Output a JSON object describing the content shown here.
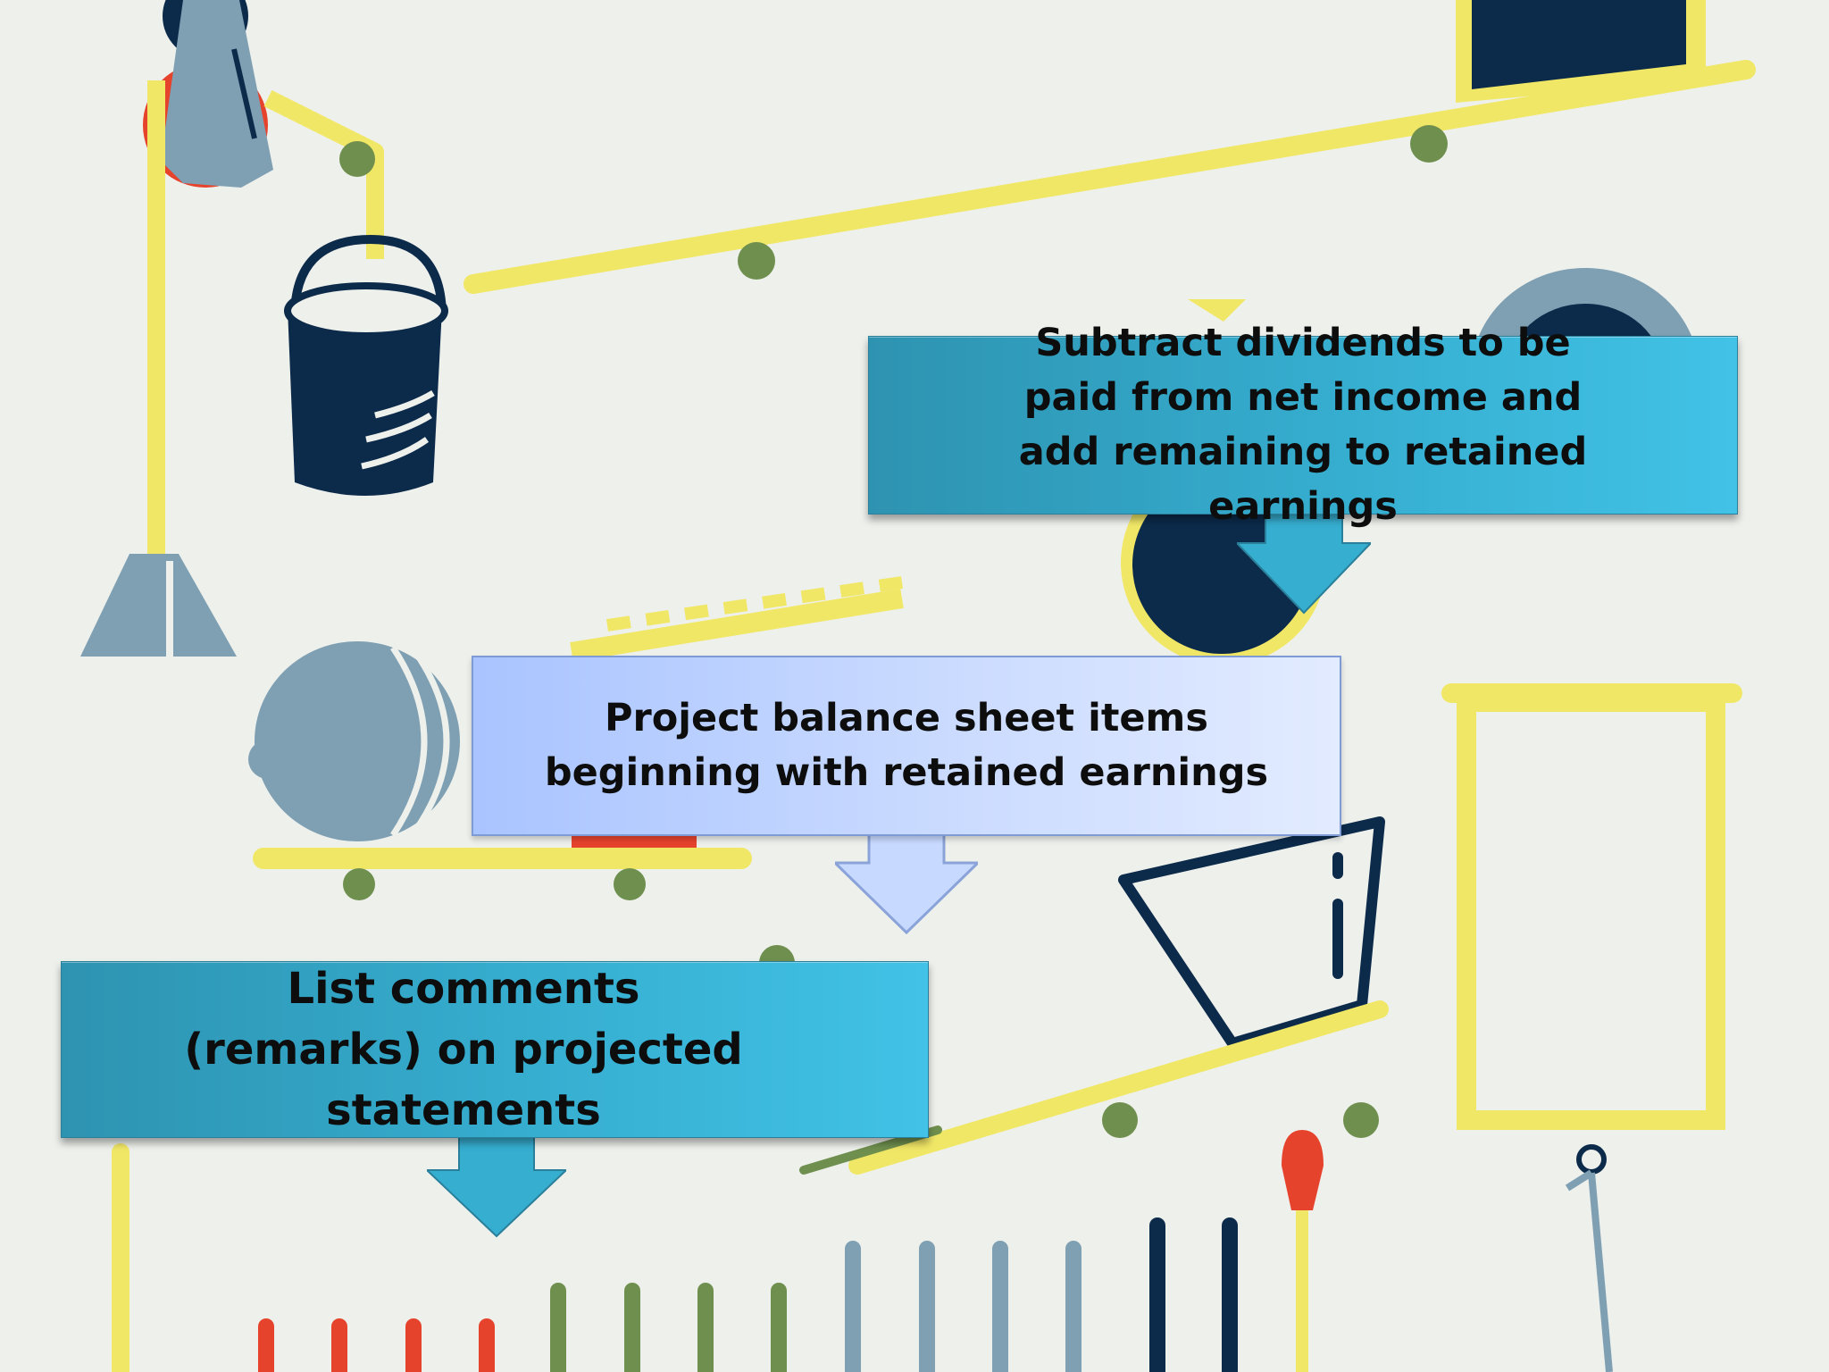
{
  "steps": [
    {
      "id": "dividends",
      "text": "Subtract dividends to be paid from net income and add remaining to retained earnings"
    },
    {
      "id": "project",
      "text": "Project balance sheet items beginning with retained earnings"
    },
    {
      "id": "comments",
      "text": "List comments (remarks) on projected statements"
    }
  ],
  "colors": {
    "background": "#eef0ec",
    "yellow": "#f1e767",
    "navy": "#0c2a4a",
    "slate": "#7fa0b3",
    "green": "#6f8f4e",
    "red": "#e6432c",
    "teal_box": "#36aed0",
    "light_box": "#c8d9ff"
  },
  "decorations": {
    "bucket": "bucket-icon",
    "pulley": "pulley-icon",
    "scale": "scale-icon",
    "bulb": "light-bulb-icon",
    "cup": "measuring-cup-icon",
    "frame": "frame-icon",
    "pegs": "peg-row-icon"
  }
}
